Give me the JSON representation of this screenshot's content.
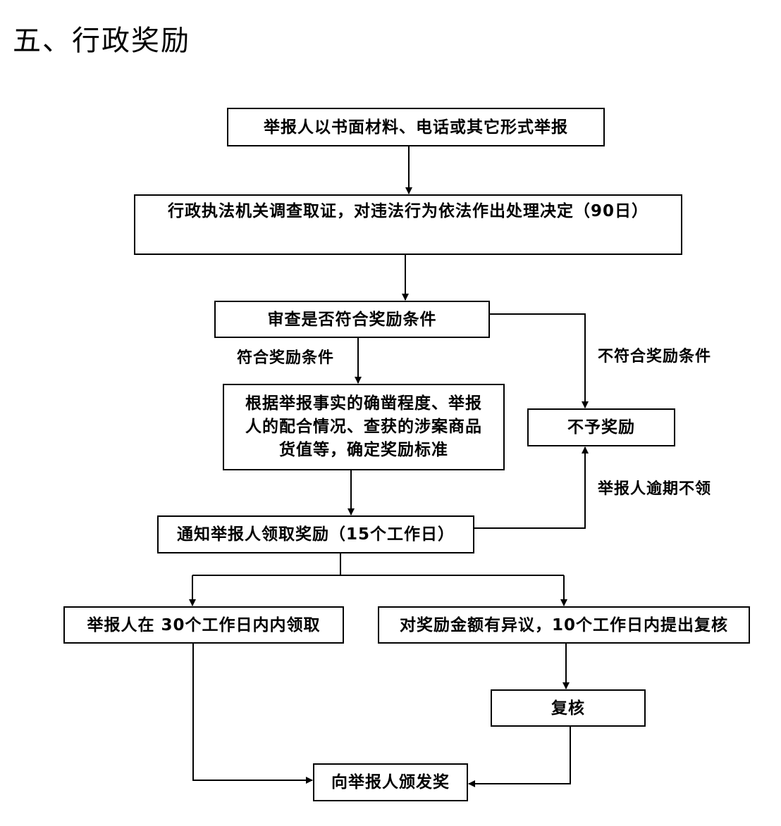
{
  "title": "五、行政奖励",
  "flowchart": {
    "nodes": {
      "report": "举报人以书面材料、电话或其它形式举报",
      "investigate": "行政执法机关调查取证，对违法行为依法作出处理决定（90日）",
      "review": "审查是否符合奖励条件",
      "standard": {
        "line1": "根据举报事实的确凿程度、举报",
        "line2": "人的配合情况、查获的涉案商品",
        "line3": "货值等，确定奖励标准"
      },
      "no_reward": "不予奖励",
      "notify": "通知举报人领取奖励（15个工作日）",
      "claim": "举报人在 30个工作日内内领取",
      "objection": "对奖励金额有异议，10个工作日内提出复核",
      "recheck": "复核",
      "issue": "向举报人颁发奖"
    },
    "edge_labels": {
      "qualified": "符合奖励条件",
      "not_qualified": "不符合奖励条件",
      "overdue": "举报人逾期不领"
    }
  },
  "colors": {
    "line": "#000000",
    "background": "#ffffff"
  }
}
